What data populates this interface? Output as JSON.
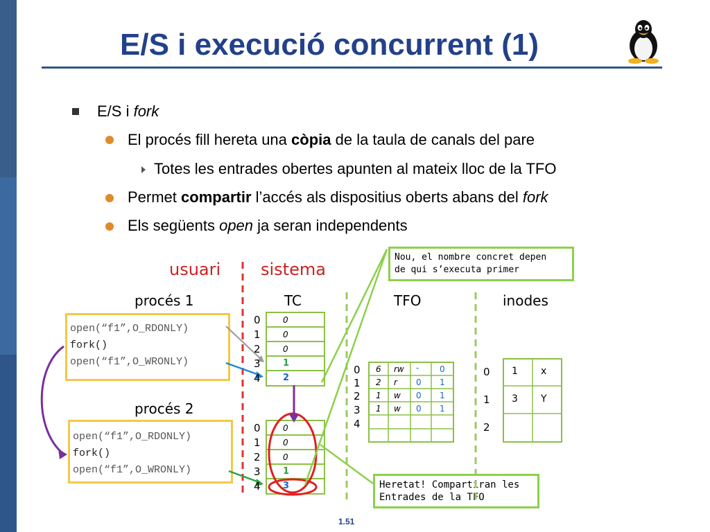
{
  "title": "E/S i execució concurrent (1)",
  "page_number": "1.51",
  "bullets": {
    "l1": {
      "text": "E/S i ",
      "em": "fork"
    },
    "l2": {
      "pre": "El procés fill hereta una ",
      "bold": "còpia",
      "post": " de la taula de canals del pare"
    },
    "l3": {
      "text": "Totes les entrades obertes apunten al mateix lloc de la TFO"
    },
    "l4": {
      "pre": "Permet ",
      "bold": "compartir",
      "mid": " l’accés als dispositius oberts abans del ",
      "em": "fork"
    },
    "l5": {
      "pre": "Els següents ",
      "em": "open",
      "post": " ja seran independents"
    }
  },
  "diagram": {
    "usuari": "usuari",
    "sistema": "sistema",
    "proces1": "procés 1",
    "proces2": "procés 2",
    "tc": "TC",
    "tfo": "TFO",
    "inodes": "inodes",
    "code1": [
      "open(“f1”,O_RDONLY)",
      "fork()",
      "open(“f1”,O_WRONLY)"
    ],
    "code2": [
      "open(“f1”,O_RDONLY)",
      "fork()",
      "open(“f1”,O_WRONLY)"
    ],
    "tc_idx": [
      "0",
      "1",
      "2",
      "3",
      "4"
    ],
    "tc1_vals": [
      "0",
      "0",
      "0",
      "1",
      "2"
    ],
    "tc2_vals": [
      "0",
      "0",
      "0",
      "1",
      "3"
    ],
    "tfo_idx": [
      "0",
      "1",
      "2",
      "3",
      "4"
    ],
    "tfo_rows": [
      {
        "refs": "6",
        "mode": "rw",
        "c3": "-",
        "c4": "0"
      },
      {
        "refs": "2",
        "mode": "r",
        "c3": "0",
        "c4": "1"
      },
      {
        "refs": "1",
        "mode": "w",
        "c3": "0",
        "c4": "1"
      },
      {
        "refs": "1",
        "mode": "w",
        "c3": "0",
        "c4": "1"
      }
    ],
    "inode_idx": [
      "0",
      "1",
      "2"
    ],
    "inode_rows": [
      {
        "n": "1",
        "name": "x"
      },
      {
        "n": "3",
        "name": "Y"
      }
    ],
    "note_top": [
      "Nou, el nombre concret depen",
      "de qui s’executa primer"
    ],
    "note_bottom": [
      "Heretat! Compartiran les",
      "Entrades de la TFO"
    ]
  },
  "colors": {
    "title": "#23418a",
    "accent_red": "#cc2222",
    "note_border": "#8cd04a",
    "code_border": "#f2c84a",
    "fork_arrow": "#7a2fa0"
  }
}
